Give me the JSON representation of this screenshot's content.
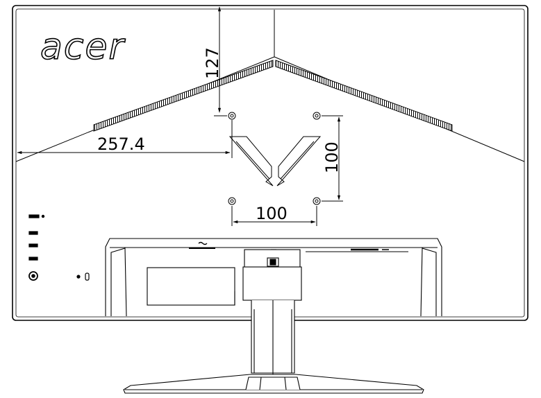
{
  "brand": {
    "logo_text": "acer"
  },
  "dimensions": {
    "top_to_hole": "127",
    "left_to_hole": "257.4",
    "vesa_vertical": "100",
    "vesa_horizontal": "100"
  },
  "icons": [
    "usb-port-icon",
    "hdmi-port-icon",
    "displayport-icon",
    "audio-port-icon",
    "headphone-jack-icon",
    "kensington-lock-icon",
    "power-ac-icon"
  ]
}
